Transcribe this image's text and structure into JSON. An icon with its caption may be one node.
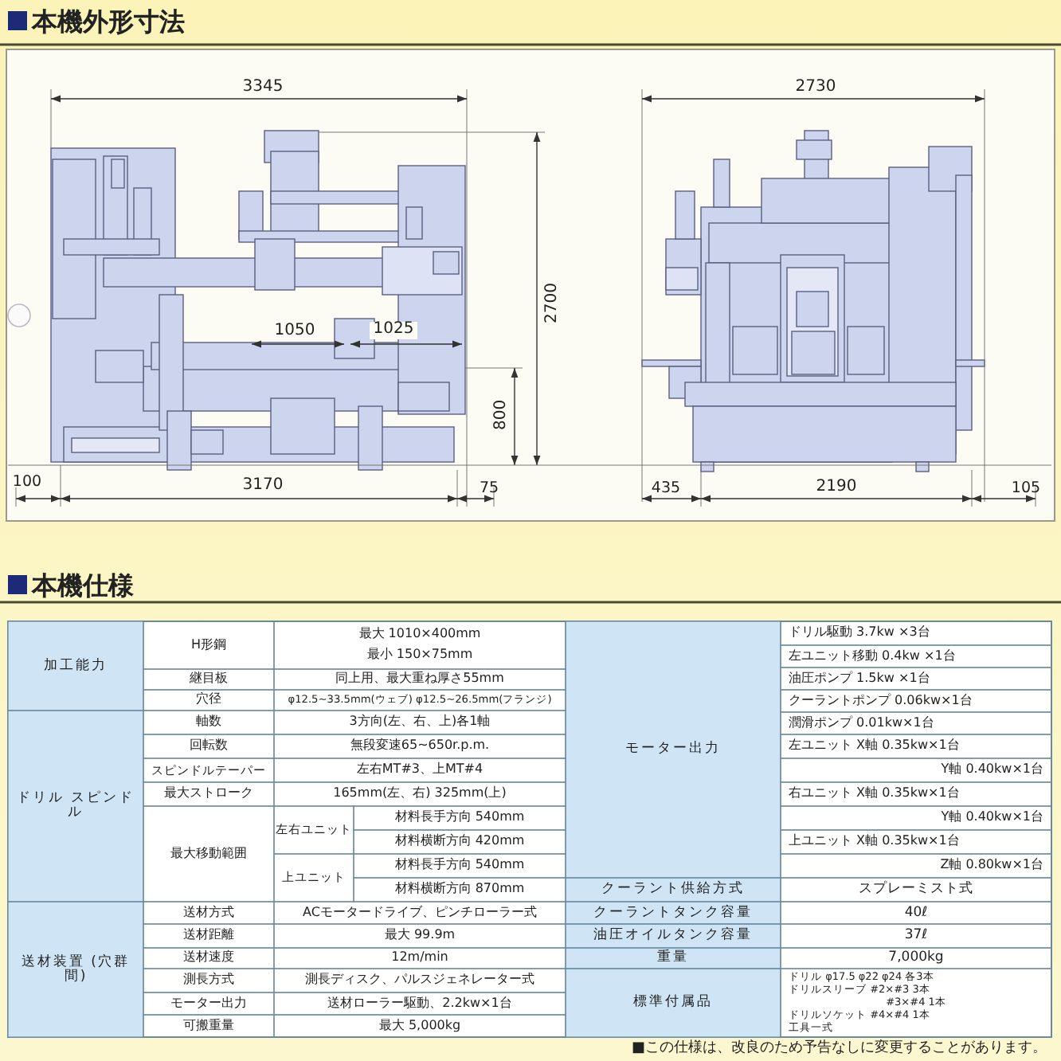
{
  "diagram": {
    "title": "本機外形寸法",
    "labels": [
      "3345",
      "2730",
      "2700",
      "1050",
      "1025",
      "800",
      "100",
      "3170",
      "75",
      "435",
      "2190",
      "105",
      "本機仕様",
      "加工能力",
      "H形鋼",
      "最大 1010×400mm",
      "最小 150×75mm",
      "継目板",
      "同上用、最大重ね厚さ55mm",
      "穴径",
      "φ12.5~33.5mm(ウェブ) φ12.5~26.5mm(フランジ)",
      "ドリル スピンドル",
      "軸数",
      "3方向(左、右、上)各1軸",
      "回転数",
      "無段変速65~650r.p.m.",
      "スピンドルテーパー",
      "左右MT#3、上MT#4",
      "最大ストローク",
      "165mm(左、右) 325mm(上)",
      "最大移動範囲",
      "左右ユニット",
      "材料長手方向 540mm",
      "材料横断方向 420mm",
      "上ユニット",
      "材料長手方向 540mm",
      "材料横断方向 870mm",
      "送材装置 (穴群間)",
      "送材方式",
      "ACモータードライブ、ピンチローラー式",
      "送材距離",
      "最大 99.9m",
      "送材速度",
      "12m/min",
      "測長方式",
      "測長ディスク、パルスジェネレーター式",
      "モーター出力",
      "送材ローラー駆動、2.2kw×1台",
      "可搬重量",
      "最大 5,000kg",
      "モーター出力",
      "ドリル駆動 3.7kw ×3台",
      "左ユニット移動 0.4kw ×1台",
      "油圧ポンプ 1.5kw ×1台",
      "クーラントポンプ 0.06kw×1台",
      "潤滑ポンプ 0.01kw×1台",
      "左ユニット X軸 0.35kw×1台",
      "Y軸 0.40kw×1台",
      "右ユニット X軸 0.35kw×1台",
      "Y軸 0.40kw×1台",
      "上ユニット X軸 0.35kw×1台",
      "Z軸 0.80kw×1台",
      "クーラント供給方式",
      "スプレーミスト式",
      "クーラントタンク容量",
      "40ℓ",
      "油圧オイルタンク容量",
      "37ℓ",
      "重量",
      "7,000kg",
      "標準付属品",
      "ドリル φ17.5 φ22 φ24 各3本",
      "ドリルスリーブ #2×#3 3本",
      "#3×#4 1本",
      "ドリルソケット #4×#4 1本",
      "工具一式",
      "■この仕様は、改良のため予告なしに変更することがあります。"
    ]
  }
}
